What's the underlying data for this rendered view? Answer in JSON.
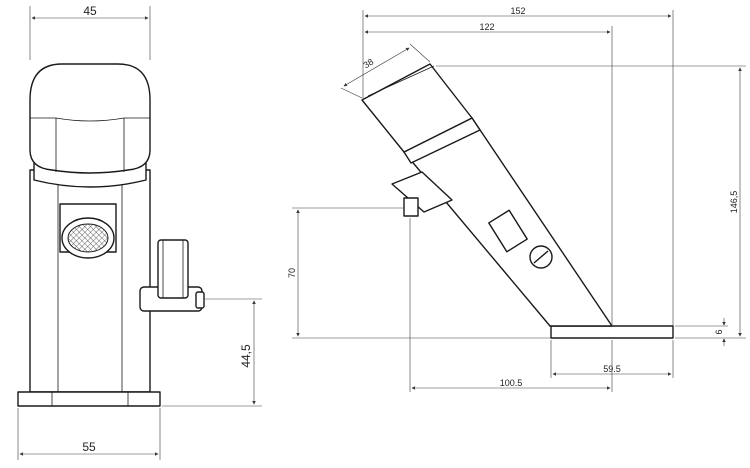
{
  "drawing": {
    "front_view": {
      "dimensions": {
        "top_width": "45",
        "bottom_width": "55",
        "lever_height": "44,5"
      }
    },
    "side_view": {
      "dimensions": {
        "overall_length": "152",
        "spout_length": "122",
        "head_diameter": "38",
        "overall_height": "146,5",
        "base_thickness": "6",
        "outlet_height": "70",
        "base_offset": "59.5",
        "outlet_reach": "100.5"
      }
    }
  }
}
